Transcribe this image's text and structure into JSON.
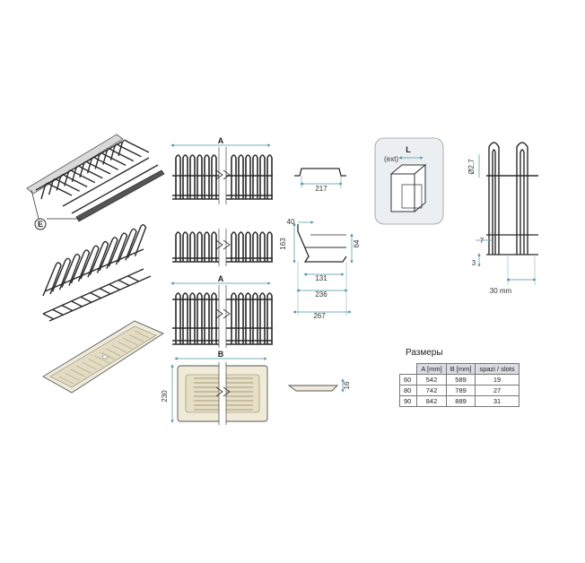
{
  "labels": {
    "E": "E",
    "A": "A",
    "B": "B",
    "L": "L",
    "ext": "(ext)"
  },
  "dimensions": {
    "d217": "217",
    "d40": "40",
    "d163": "163",
    "d64": "64",
    "d131": "131",
    "d236": "236",
    "d267": "267",
    "d230": "230",
    "d16": "16",
    "d_dia": "Ø2,7",
    "d7": "7",
    "d3": "3",
    "d30": "30 mm"
  },
  "spec_table": {
    "title": "Размеры",
    "headers": [
      "",
      "A [mm]",
      "B [mm]",
      "spazi / slots"
    ],
    "rows": [
      [
        "60",
        "542",
        "589",
        "19"
      ],
      [
        "80",
        "742",
        "789",
        "27"
      ],
      [
        "90",
        "842",
        "889",
        "31"
      ]
    ]
  },
  "colors": {
    "wire": "#2b2b2b",
    "dimension": "#4a90a0",
    "tray": "#f0ebd8",
    "box": "#eceff2"
  }
}
